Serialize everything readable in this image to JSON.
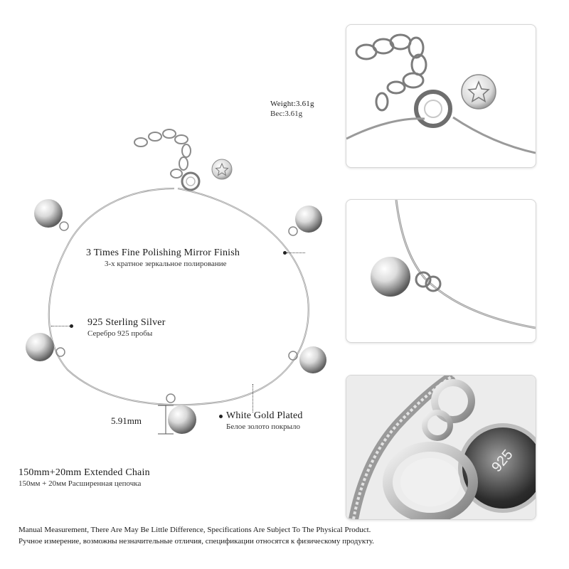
{
  "weight": {
    "en": "Weight:3.61g",
    "ru": "Вес:3.61g"
  },
  "polish": {
    "en": "3 Times Fine Polishing Mirror Finish",
    "ru": "3-х кратное зеркальное полирование"
  },
  "silver": {
    "en": "925 Sterling Silver",
    "ru": "Серебро 925 пробы"
  },
  "plated": {
    "en": "White Gold Plated",
    "ru": "Белое золото покрыло"
  },
  "bead_size": "5.91mm",
  "chain_length": {
    "en": "150mm+20mm Extended Chain",
    "ru": "150мм + 20мм Расширенная цепочка"
  },
  "footer": {
    "en": "Manual Measurement, There Are May Be Little Difference, Specifications Are Subject To The Physical Product.",
    "ru": "Ручное измерение, возможны незначительные отличия, спецификации относятся к физическому продукту."
  },
  "stamp": "925",
  "colors": {
    "silver_light": "#f4f4f4",
    "silver_dark": "#7a7a7a",
    "panel_border": "#d6d6d6"
  }
}
